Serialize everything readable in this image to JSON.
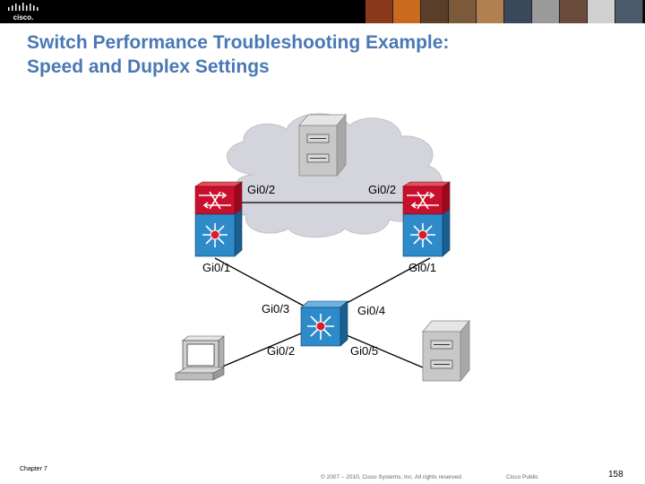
{
  "header": {
    "logo_text": "cisco.",
    "photo_colors": [
      "#8a3a1a",
      "#c96a1e",
      "#5a3e2a",
      "#7a5a3a",
      "#b08050",
      "#3a4a5a",
      "#9a9a9a",
      "#6a4a3a",
      "#d0d0d0",
      "#4a5a6a"
    ]
  },
  "slide": {
    "title_line1": "Switch Performance Troubleshooting Example:",
    "title_line2": "Speed and Duplex Settings"
  },
  "diagram": {
    "ports": {
      "left_switch_gi02": "Gi0/2",
      "right_switch_gi02": "Gi0/2",
      "left_switch_gi01": "Gi0/1",
      "right_switch_gi01": "Gi0/1",
      "access_gi03": "Gi0/3",
      "access_gi04": "Gi0/4",
      "access_gi02": "Gi0/2",
      "access_gi05": "Gi0/5"
    },
    "colors": {
      "cloud": "#d4d4dc",
      "multilayer_red": "#c8102e",
      "switch_blue": "#2e8bc9",
      "server_gray": "#c8c8c8"
    }
  },
  "footer": {
    "chapter": "Chapter 7",
    "copyright": "© 2007 – 2010, Cisco Systems, Inc. All rights reserved.",
    "classification": "Cisco Public",
    "page_number": "158"
  }
}
